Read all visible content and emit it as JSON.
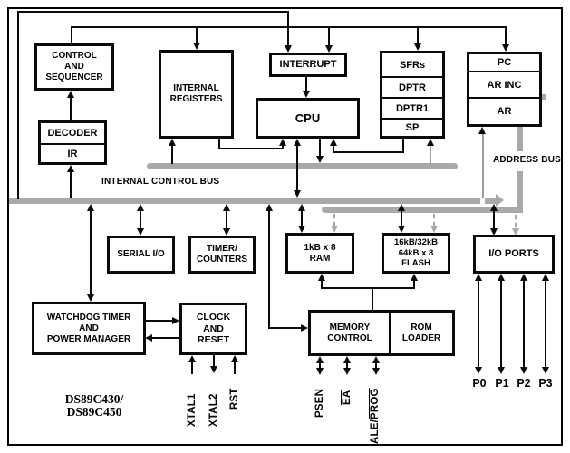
{
  "labels": {
    "internal_control_bus": "INTERNAL CONTROL BUS",
    "address_bus": "ADDRESS BUS",
    "part_number": "DS89C430/\nDS89C450"
  },
  "blocks": {
    "control_sequencer": "CONTROL\nAND\nSEQUENCER",
    "decoder": "DECODER",
    "ir": "IR",
    "internal_registers": "INTERNAL\nREGISTERS",
    "interrupt": "INTERRUPT",
    "cpu": "CPU",
    "sfrs": "SFRs",
    "dptr": "DPTR",
    "dptr1": "DPTR1",
    "sp": "SP",
    "pc": "PC",
    "ar_inc": "AR INC",
    "ar": "AR",
    "serial_io": "SERIAL I/O",
    "timer_counters": "TIMER/\nCOUNTERS",
    "ram": "1kB x 8\nRAM",
    "flash": "16kB/32kB\n64kB x 8\nFLASH",
    "io_ports": "I/O PORTS",
    "watchdog": "WATCHDOG TIMER\nAND\nPOWER MANAGER",
    "clock_reset": "CLOCK\nAND\nRESET",
    "memory_control": "MEMORY\nCONTROL",
    "rom_loader": "ROM\nLOADER"
  },
  "pins": {
    "xtal1": "XTAL1",
    "xtal2": "XTAL2",
    "rst": "RST",
    "psen": "PSEN",
    "ea": "EA",
    "ale": "ALE/",
    "prog": "PROG",
    "p0": "P0",
    "p1": "P1",
    "p2": "P2",
    "p3": "P3"
  },
  "colors": {
    "bus_gray": "#a9a9a9",
    "line_black": "#0a0a0a",
    "box_background": "#ffffff"
  }
}
